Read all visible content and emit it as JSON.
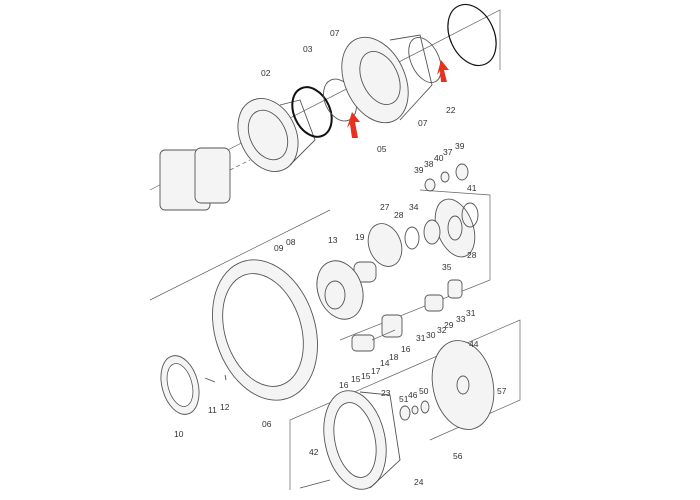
{
  "diagram": {
    "accent_color": "#e8311f",
    "labels": [
      "02",
      "03",
      "07",
      "05",
      "07",
      "22",
      "39",
      "37",
      "40",
      "38",
      "39",
      "41",
      "27",
      "28",
      "34",
      "28",
      "35",
      "13",
      "19",
      "09",
      "08",
      "29",
      "33",
      "31",
      "31",
      "30",
      "32",
      "16",
      "15",
      "15",
      "17",
      "14",
      "18",
      "16",
      "10",
      "11",
      "12",
      "06",
      "44",
      "23",
      "51",
      "46",
      "50",
      "57",
      "56",
      "42",
      "24"
    ]
  }
}
